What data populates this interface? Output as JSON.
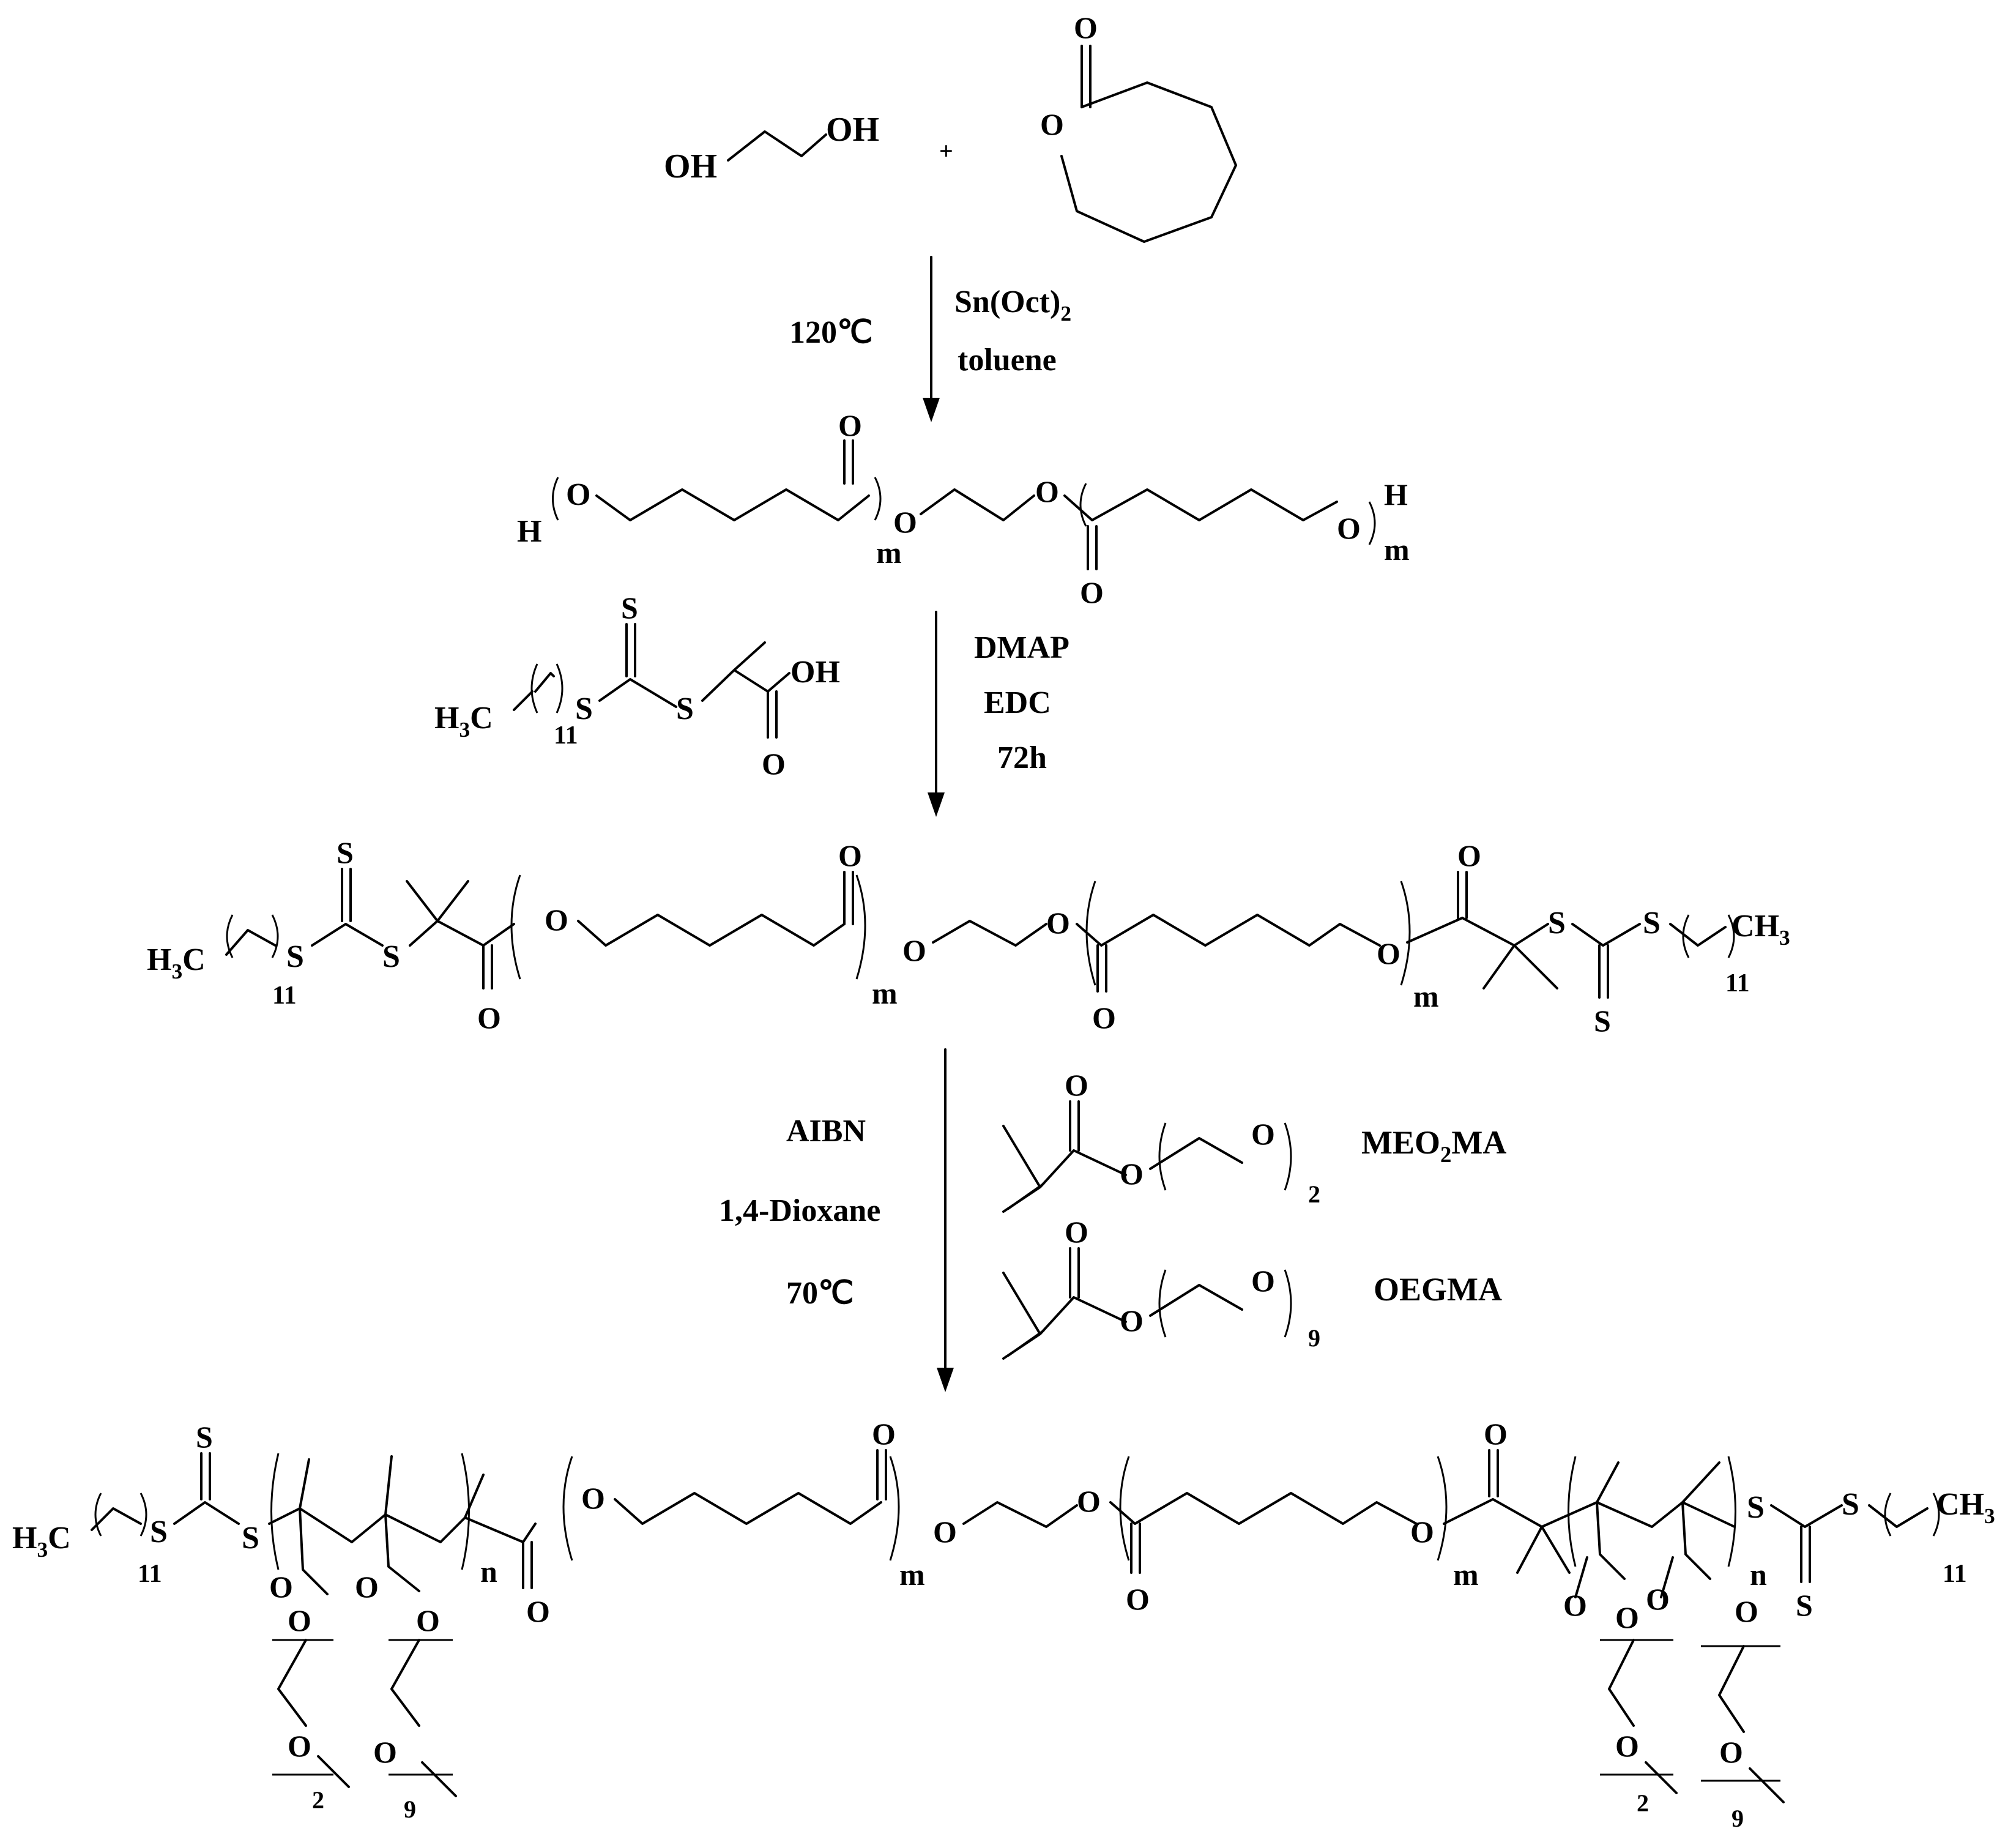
{
  "reactants": {
    "ethylene_glycol": {
      "left_oh": "OH",
      "right_oh": "OH"
    },
    "plus": "+",
    "caprolactone": {
      "ring_o": "O",
      "carbonyl_o": "O"
    }
  },
  "step1": {
    "temperature": "120℃",
    "catalyst": "Sn(Oct)",
    "catalyst_sub": "2",
    "solvent": "toluene"
  },
  "pcl_diol": {
    "h_left": "H",
    "h_right": "H",
    "o": "O",
    "m": "m"
  },
  "step2": {
    "reagents": [
      "DMAP",
      "EDC",
      "72h"
    ],
    "cta": {
      "s": "S",
      "oh": "OH",
      "o": "O",
      "h3c": "H",
      "h3c_sub": "3",
      "h3c_c": "C",
      "repeat": "11"
    }
  },
  "macro_cta": {
    "s": "S",
    "o": "O",
    "m": "m",
    "repeat": "11",
    "ch": "CH",
    "ch_sub": "3",
    "h3c": "H",
    "h3c_sub": "3",
    "h3c_c": "C"
  },
  "step3": {
    "conditions": [
      "AIBN",
      "1,4-Dioxane",
      "70℃"
    ],
    "monomers": [
      {
        "name_main": "MEO",
        "name_sub": "2",
        "name_tail": "MA",
        "repeat": "2",
        "o": "O"
      },
      {
        "name_main": "OEGMA",
        "name_sub": "",
        "name_tail": "",
        "repeat": "9",
        "o": "O"
      }
    ]
  },
  "product": {
    "s": "S",
    "o": "O",
    "m": "m",
    "n": "n",
    "repeat": "11",
    "peg_short": "2",
    "peg_long": "9",
    "ch": "CH",
    "ch_sub": "3",
    "h3c": "H",
    "h3c_sub": "3",
    "h3c_c": "C"
  },
  "colors": {
    "ink": "#000000",
    "background": "#ffffff"
  }
}
